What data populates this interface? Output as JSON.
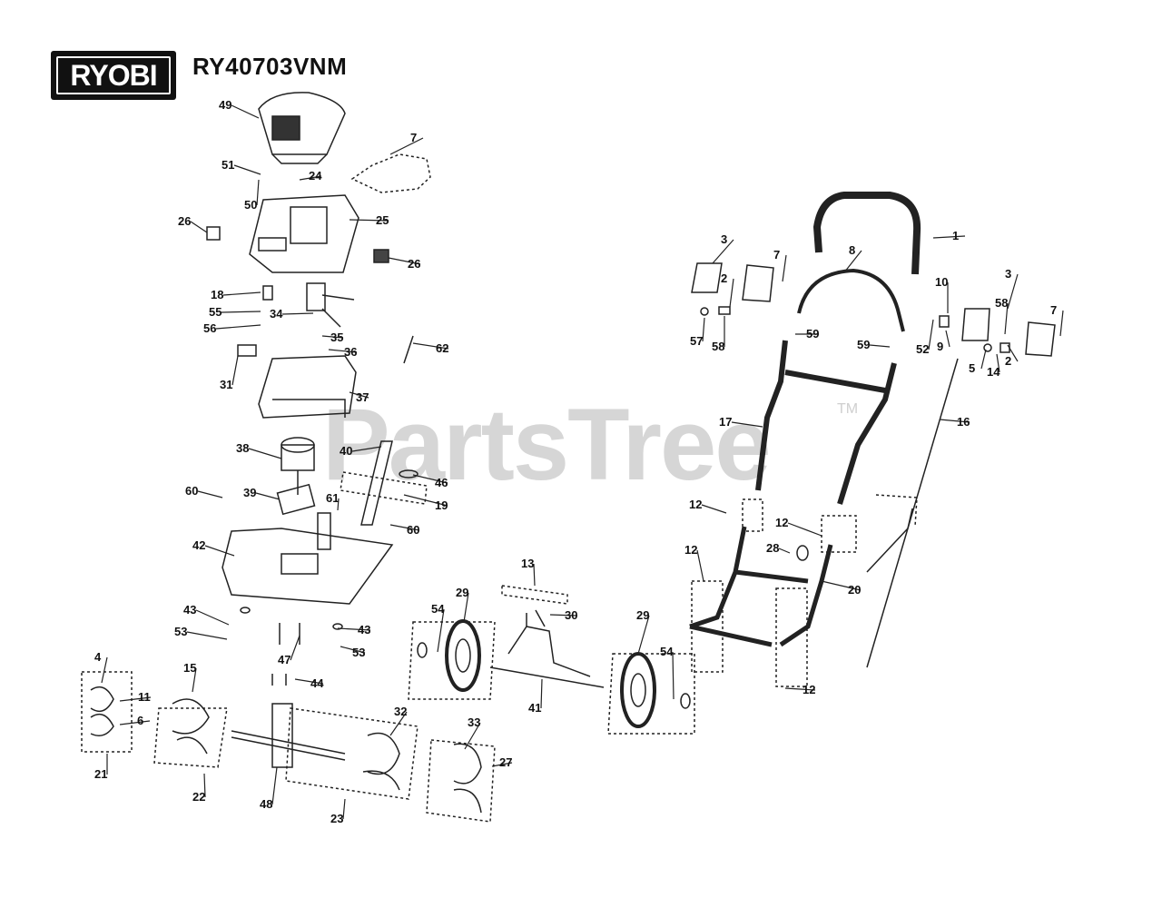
{
  "header": {
    "brand": "RYOBI",
    "model": "RY40703VNM"
  },
  "watermark": {
    "text": "PartsTree",
    "tm": "TM"
  },
  "callouts": [
    "49",
    "7",
    "51",
    "24",
    "50",
    "25",
    "26",
    "26",
    "18",
    "55",
    "56",
    "34",
    "35",
    "36",
    "62",
    "31",
    "37",
    "38",
    "40",
    "46",
    "19",
    "60",
    "39",
    "61",
    "60",
    "42",
    "43",
    "53",
    "47",
    "43",
    "53",
    "44",
    "4",
    "11",
    "6",
    "21",
    "15",
    "22",
    "48",
    "23",
    "32",
    "33",
    "27",
    "13",
    "30",
    "54",
    "29",
    "41",
    "29",
    "54",
    "3",
    "7",
    "2",
    "57",
    "58",
    "8",
    "59",
    "59",
    "1",
    "10",
    "3",
    "58",
    "52",
    "9",
    "5",
    "14",
    "2",
    "7",
    "17",
    "16",
    "12",
    "12",
    "28",
    "12",
    "20",
    "12"
  ]
}
